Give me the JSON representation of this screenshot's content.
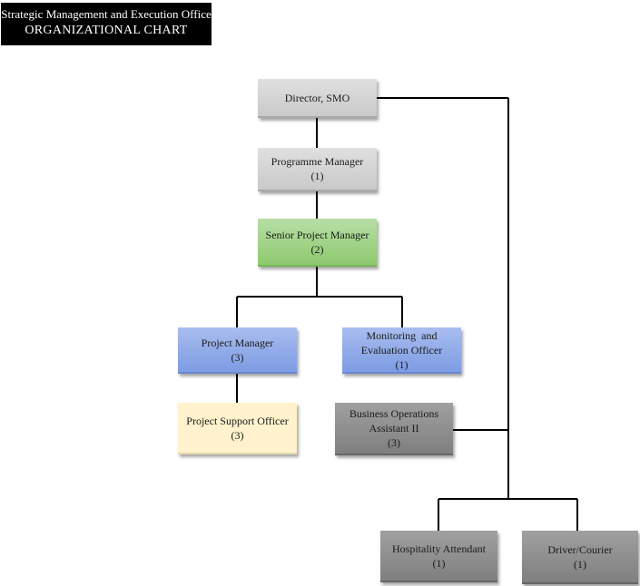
{
  "header": {
    "line1": "Strategic Management and Execution Office",
    "line2": "ORGANIZATIONAL CHART"
  },
  "nodes": {
    "director": {
      "title": "Director, SMO",
      "count": ""
    },
    "programme_manager": {
      "title": "Programme Manager",
      "count": "(1)"
    },
    "senior_project_manager": {
      "title": "Senior Project Manager",
      "count": "(2)"
    },
    "project_manager": {
      "title": "Project Manager",
      "count": "(3)"
    },
    "monitoring_evaluation_officer": {
      "title": "Monitoring  and Evaluation Officer",
      "count": "(1)"
    },
    "project_support_officer": {
      "title": "Project Support Officer",
      "count": "(3)"
    },
    "business_operations_assistant": {
      "title": "Business Operations Assistant II",
      "count": "(3)"
    },
    "hospitality_attendant": {
      "title": "Hospitality Attendant",
      "count": "(1)"
    },
    "driver_courier": {
      "title": "Driver/Courier",
      "count": "(1)"
    }
  },
  "colors": {
    "light_gray": "#d4d4d4",
    "green": "#a2d48a",
    "blue": "#8eaae8",
    "cream": "#fff2cc",
    "dark_gray": "#8c8c8c",
    "connector": "#000000"
  }
}
